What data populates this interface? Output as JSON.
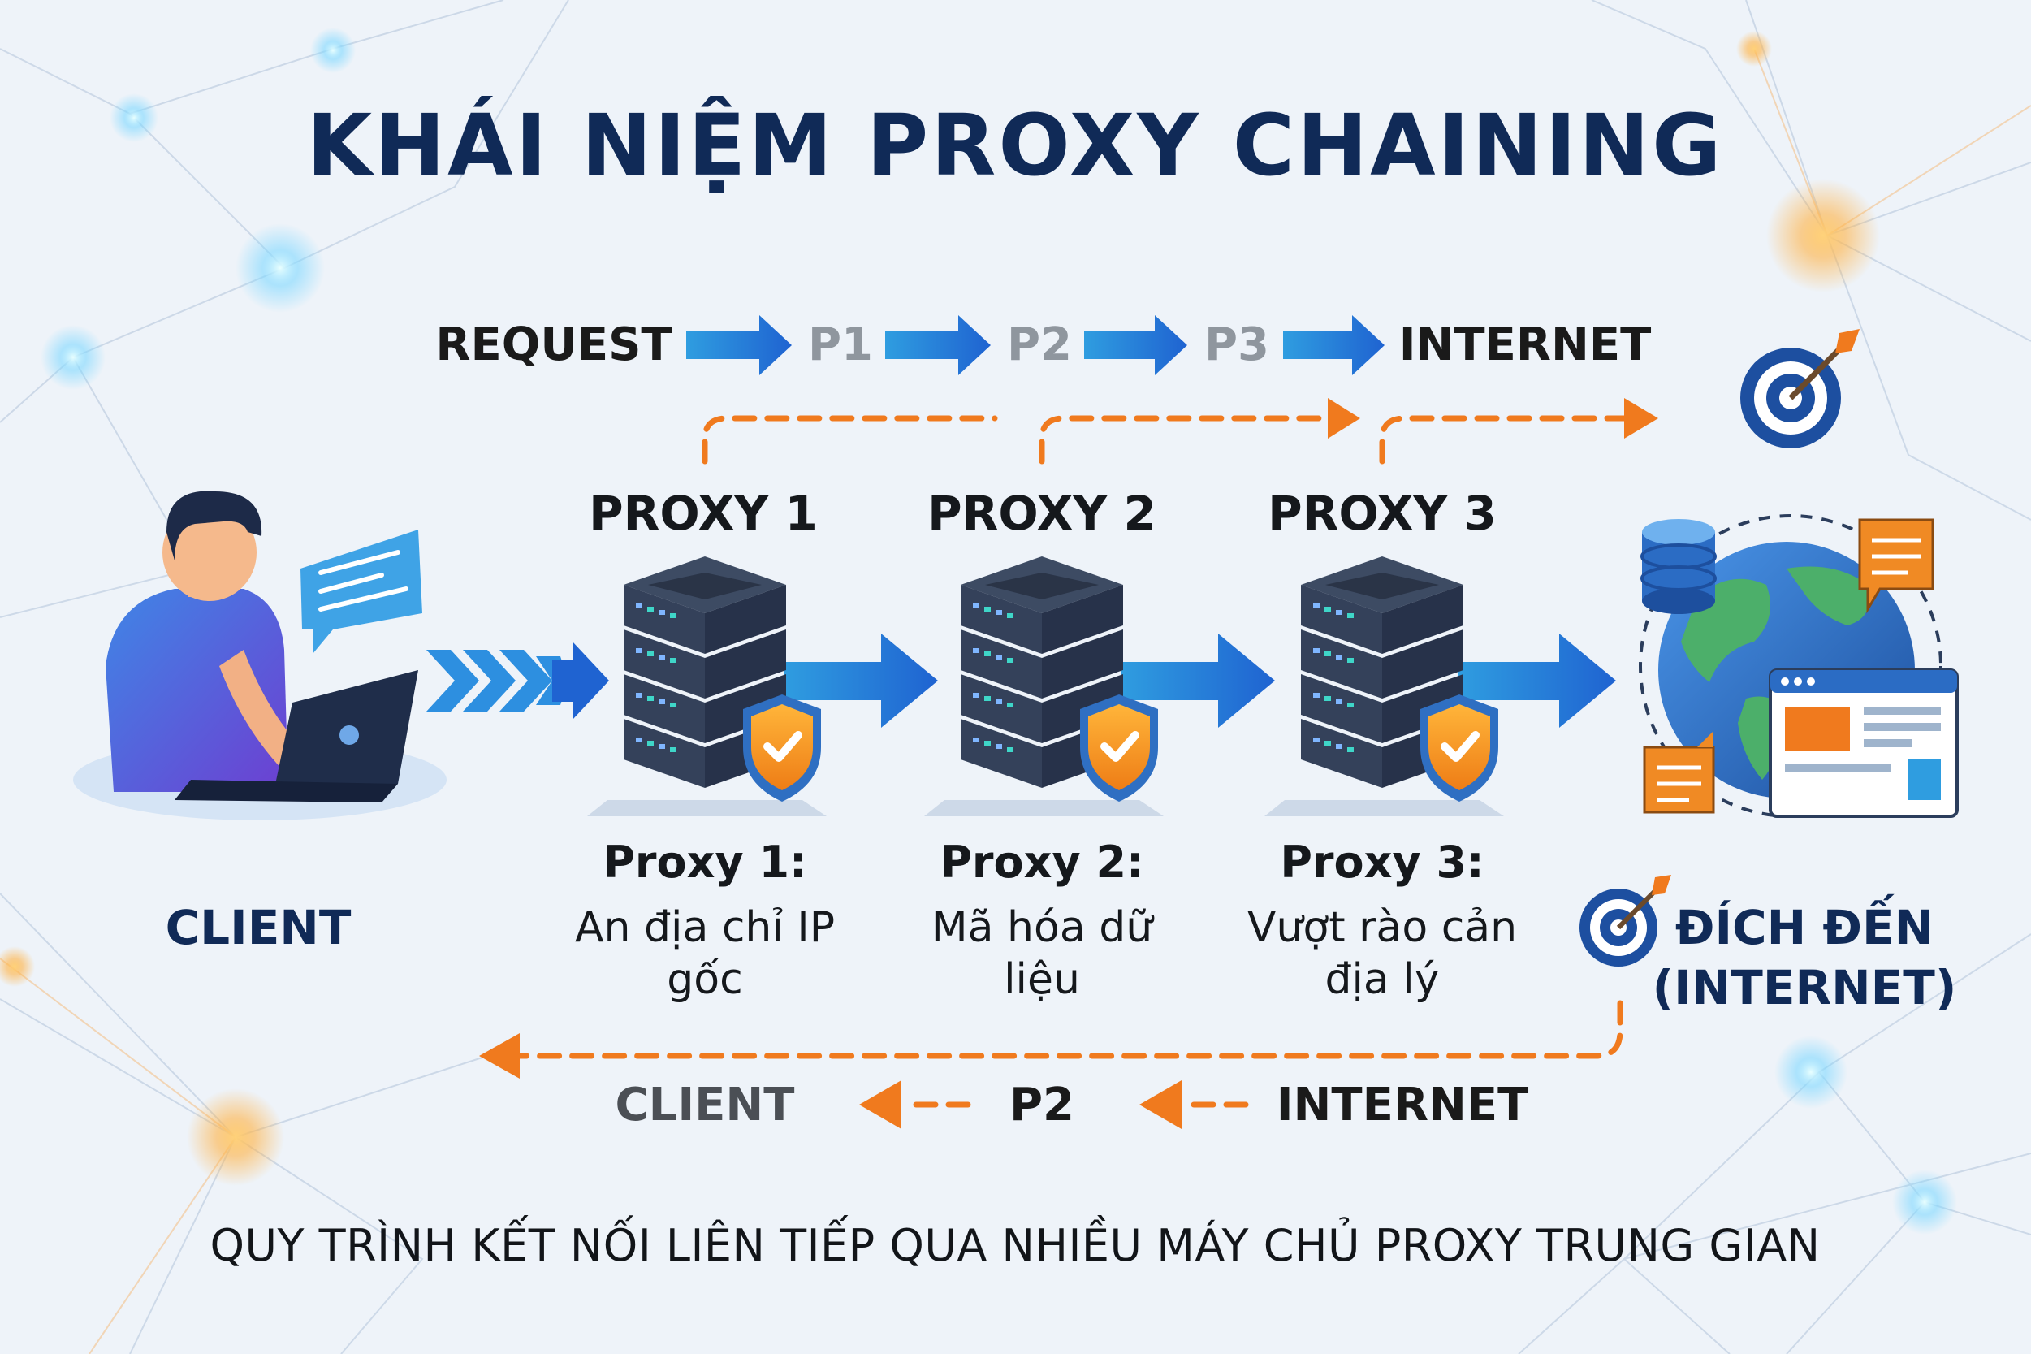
{
  "title": "KHÁI NIỆM PROXY CHAINING",
  "flow_top": [
    "REQUEST",
    "P1",
    "P2",
    "P3",
    "INTERNET"
  ],
  "proxies": [
    {
      "label": "PROXY 1",
      "name": "Proxy 1:",
      "desc": "An địa chỉ IP gốc"
    },
    {
      "label": "PROXY 2",
      "name": "Proxy 2:",
      "desc": "Mã hóa dữ liệu"
    },
    {
      "label": "PROXY 3",
      "name": "Proxy 3:",
      "desc": "Vượt rào cản địa lý"
    }
  ],
  "client_label": "CLIENT",
  "destination": {
    "line1": "ĐÍCH ĐẾN",
    "line2": "(INTERNET)"
  },
  "flow_return": [
    "CLIENT",
    "P2",
    "INTERNET"
  ],
  "subtitle": "QUY TRÌNH KẾT NỐI LIÊN TIẾP QUA NHIỀU MÁY CHỦ PROXY TRUNG GIAN",
  "colors": {
    "title": "#102a57",
    "arrow_blue": "#1f73d6",
    "arrow_orange": "#f07a1e",
    "server_dark": "#2d3a4e",
    "shield": "#f39a24",
    "globe": "#2b6cc4"
  },
  "icons": [
    "target-icon",
    "server-icon",
    "shield-check-icon",
    "globe-icon",
    "laptop-icon",
    "chat-bubble-icon",
    "database-icon",
    "document-icon",
    "browser-window-icon"
  ]
}
